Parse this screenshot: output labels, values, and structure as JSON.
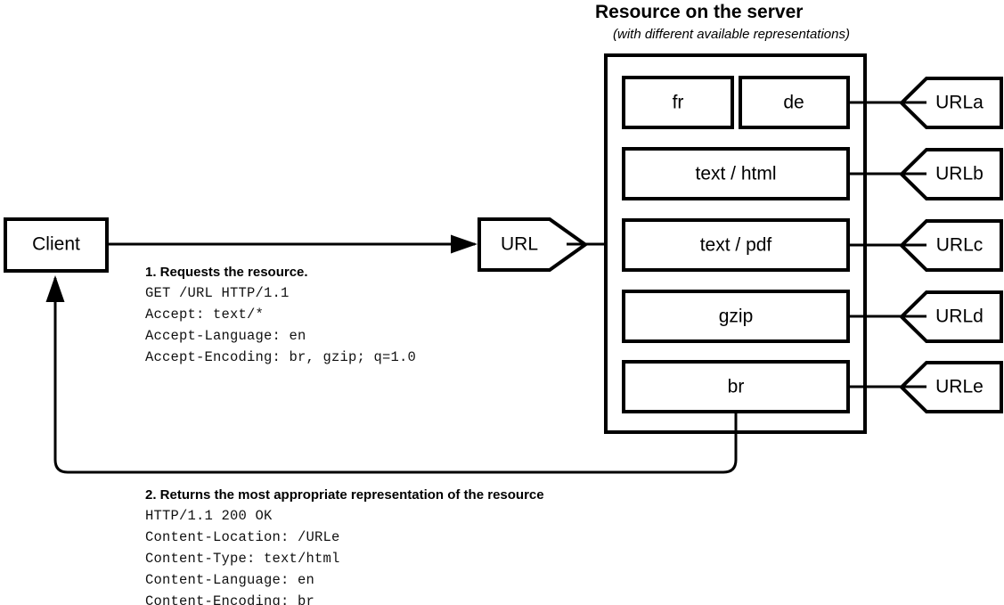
{
  "server": {
    "title": "Resource on the server",
    "subtitle": "(with different available representations)",
    "representations": [
      {
        "id": "fr",
        "label": "fr"
      },
      {
        "id": "de",
        "label": "de"
      },
      {
        "id": "text-html",
        "label": "text / html"
      },
      {
        "id": "text-pdf",
        "label": "text / pdf"
      },
      {
        "id": "gzip",
        "label": "gzip"
      },
      {
        "id": "br",
        "label": "br"
      }
    ],
    "urls": [
      {
        "id": "urla",
        "label": "URLa"
      },
      {
        "id": "urlb",
        "label": "URLb"
      },
      {
        "id": "urlc",
        "label": "URLc"
      },
      {
        "id": "urld",
        "label": "URLd"
      },
      {
        "id": "urle",
        "label": "URLe"
      }
    ]
  },
  "client": {
    "label": "Client"
  },
  "url_node": {
    "label": "URL"
  },
  "request": {
    "title": "1. Requests the resource.",
    "lines": [
      "GET /URL HTTP/1.1",
      "Accept: text/*",
      "Accept-Language: en",
      "Accept-Encoding: br, gzip; q=1.0"
    ]
  },
  "response": {
    "title": "2. Returns the most appropriate representation of the resource",
    "lines": [
      "HTTP/1.1 200 OK",
      "Content-Location: /URLe",
      "Content-Type: text/html",
      "Content-Language: en",
      "Content-Encoding: br"
    ]
  },
  "colors": {
    "stroke": "#000000",
    "fill": "#ffffff",
    "text": "#000000"
  }
}
